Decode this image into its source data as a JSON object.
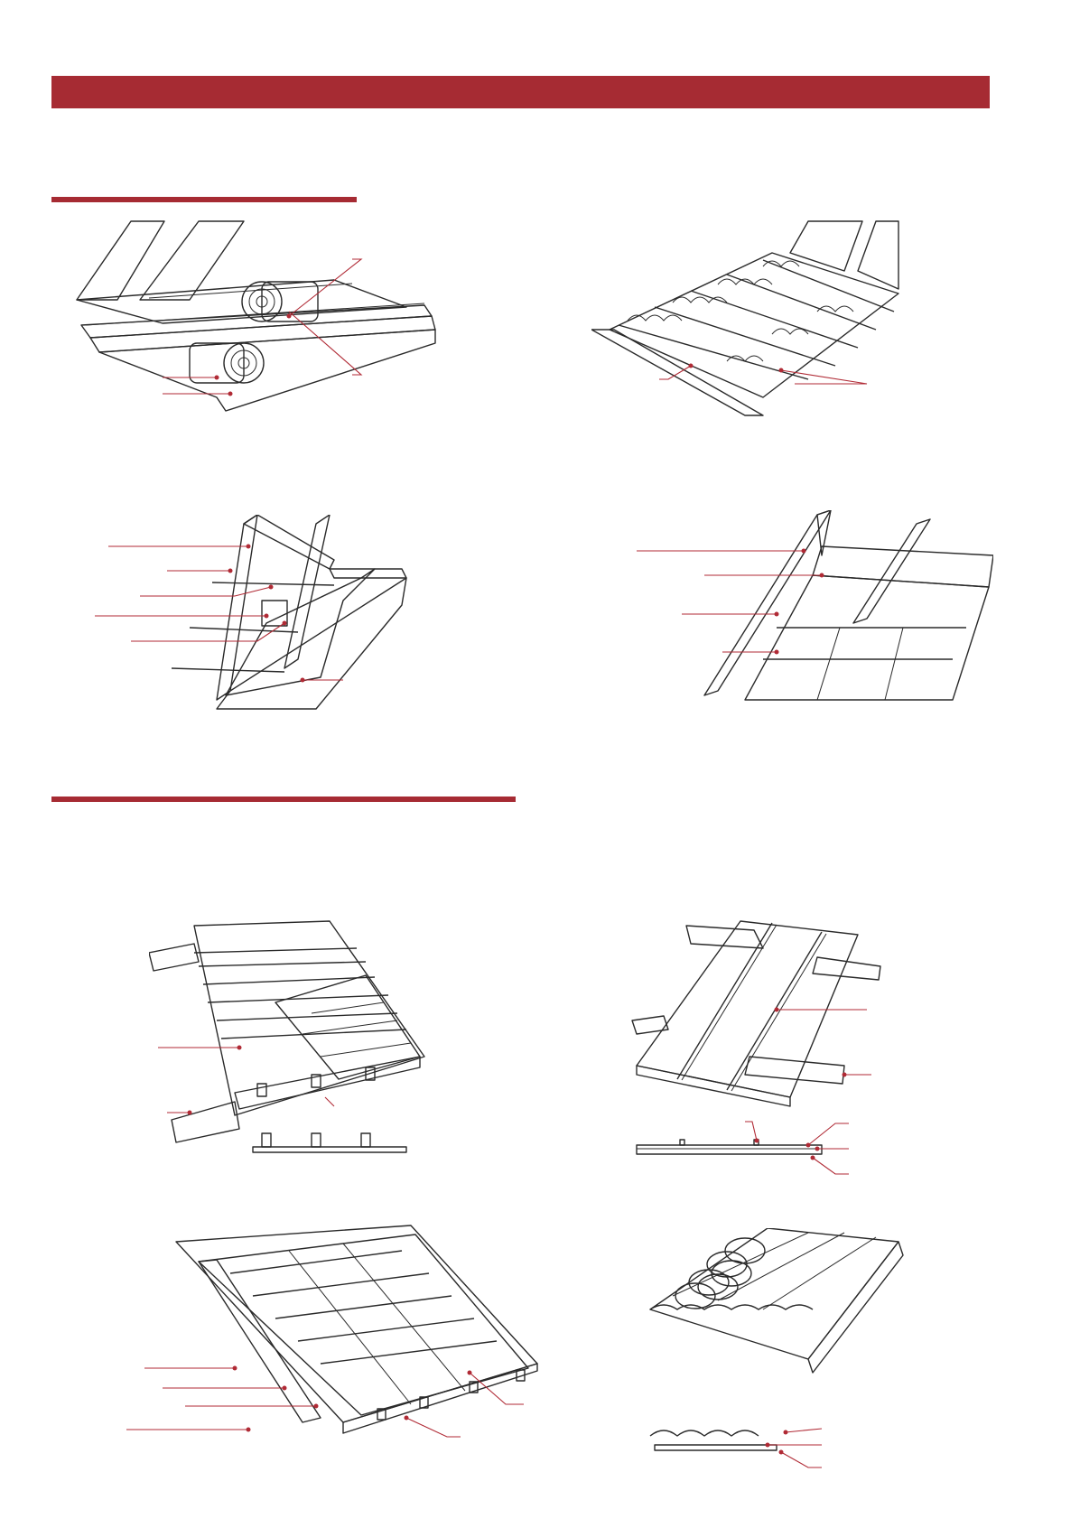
{
  "colors": {
    "accent": "#a62b33",
    "leader": "#b02a35",
    "dark_fill": "#6d6d6d",
    "light_fill": "#e9e9e9",
    "outline": "#2a2a2a"
  },
  "sections": [
    {
      "name": "ceiling-insulation-section"
    },
    {
      "name": "roofing-section"
    }
  ],
  "figures": [
    {
      "name": "insulation-roll-between-joists",
      "leaders": 4
    },
    {
      "name": "loose-fill-insulation-between-joists",
      "leaders": 2
    },
    {
      "name": "sloped-ceiling-with-rafters",
      "leaders": 6
    },
    {
      "name": "sloped-ceiling-with-panels",
      "leaders": 4
    },
    {
      "name": "shingle-roof-on-battens",
      "leaders": 3
    },
    {
      "name": "standing-seam-roof-panel",
      "leaders": 6
    },
    {
      "name": "membrane-roof-on-battens",
      "leaders": 6
    },
    {
      "name": "corrugated-roof-sheet-with-tiles",
      "leaders": 3
    }
  ]
}
